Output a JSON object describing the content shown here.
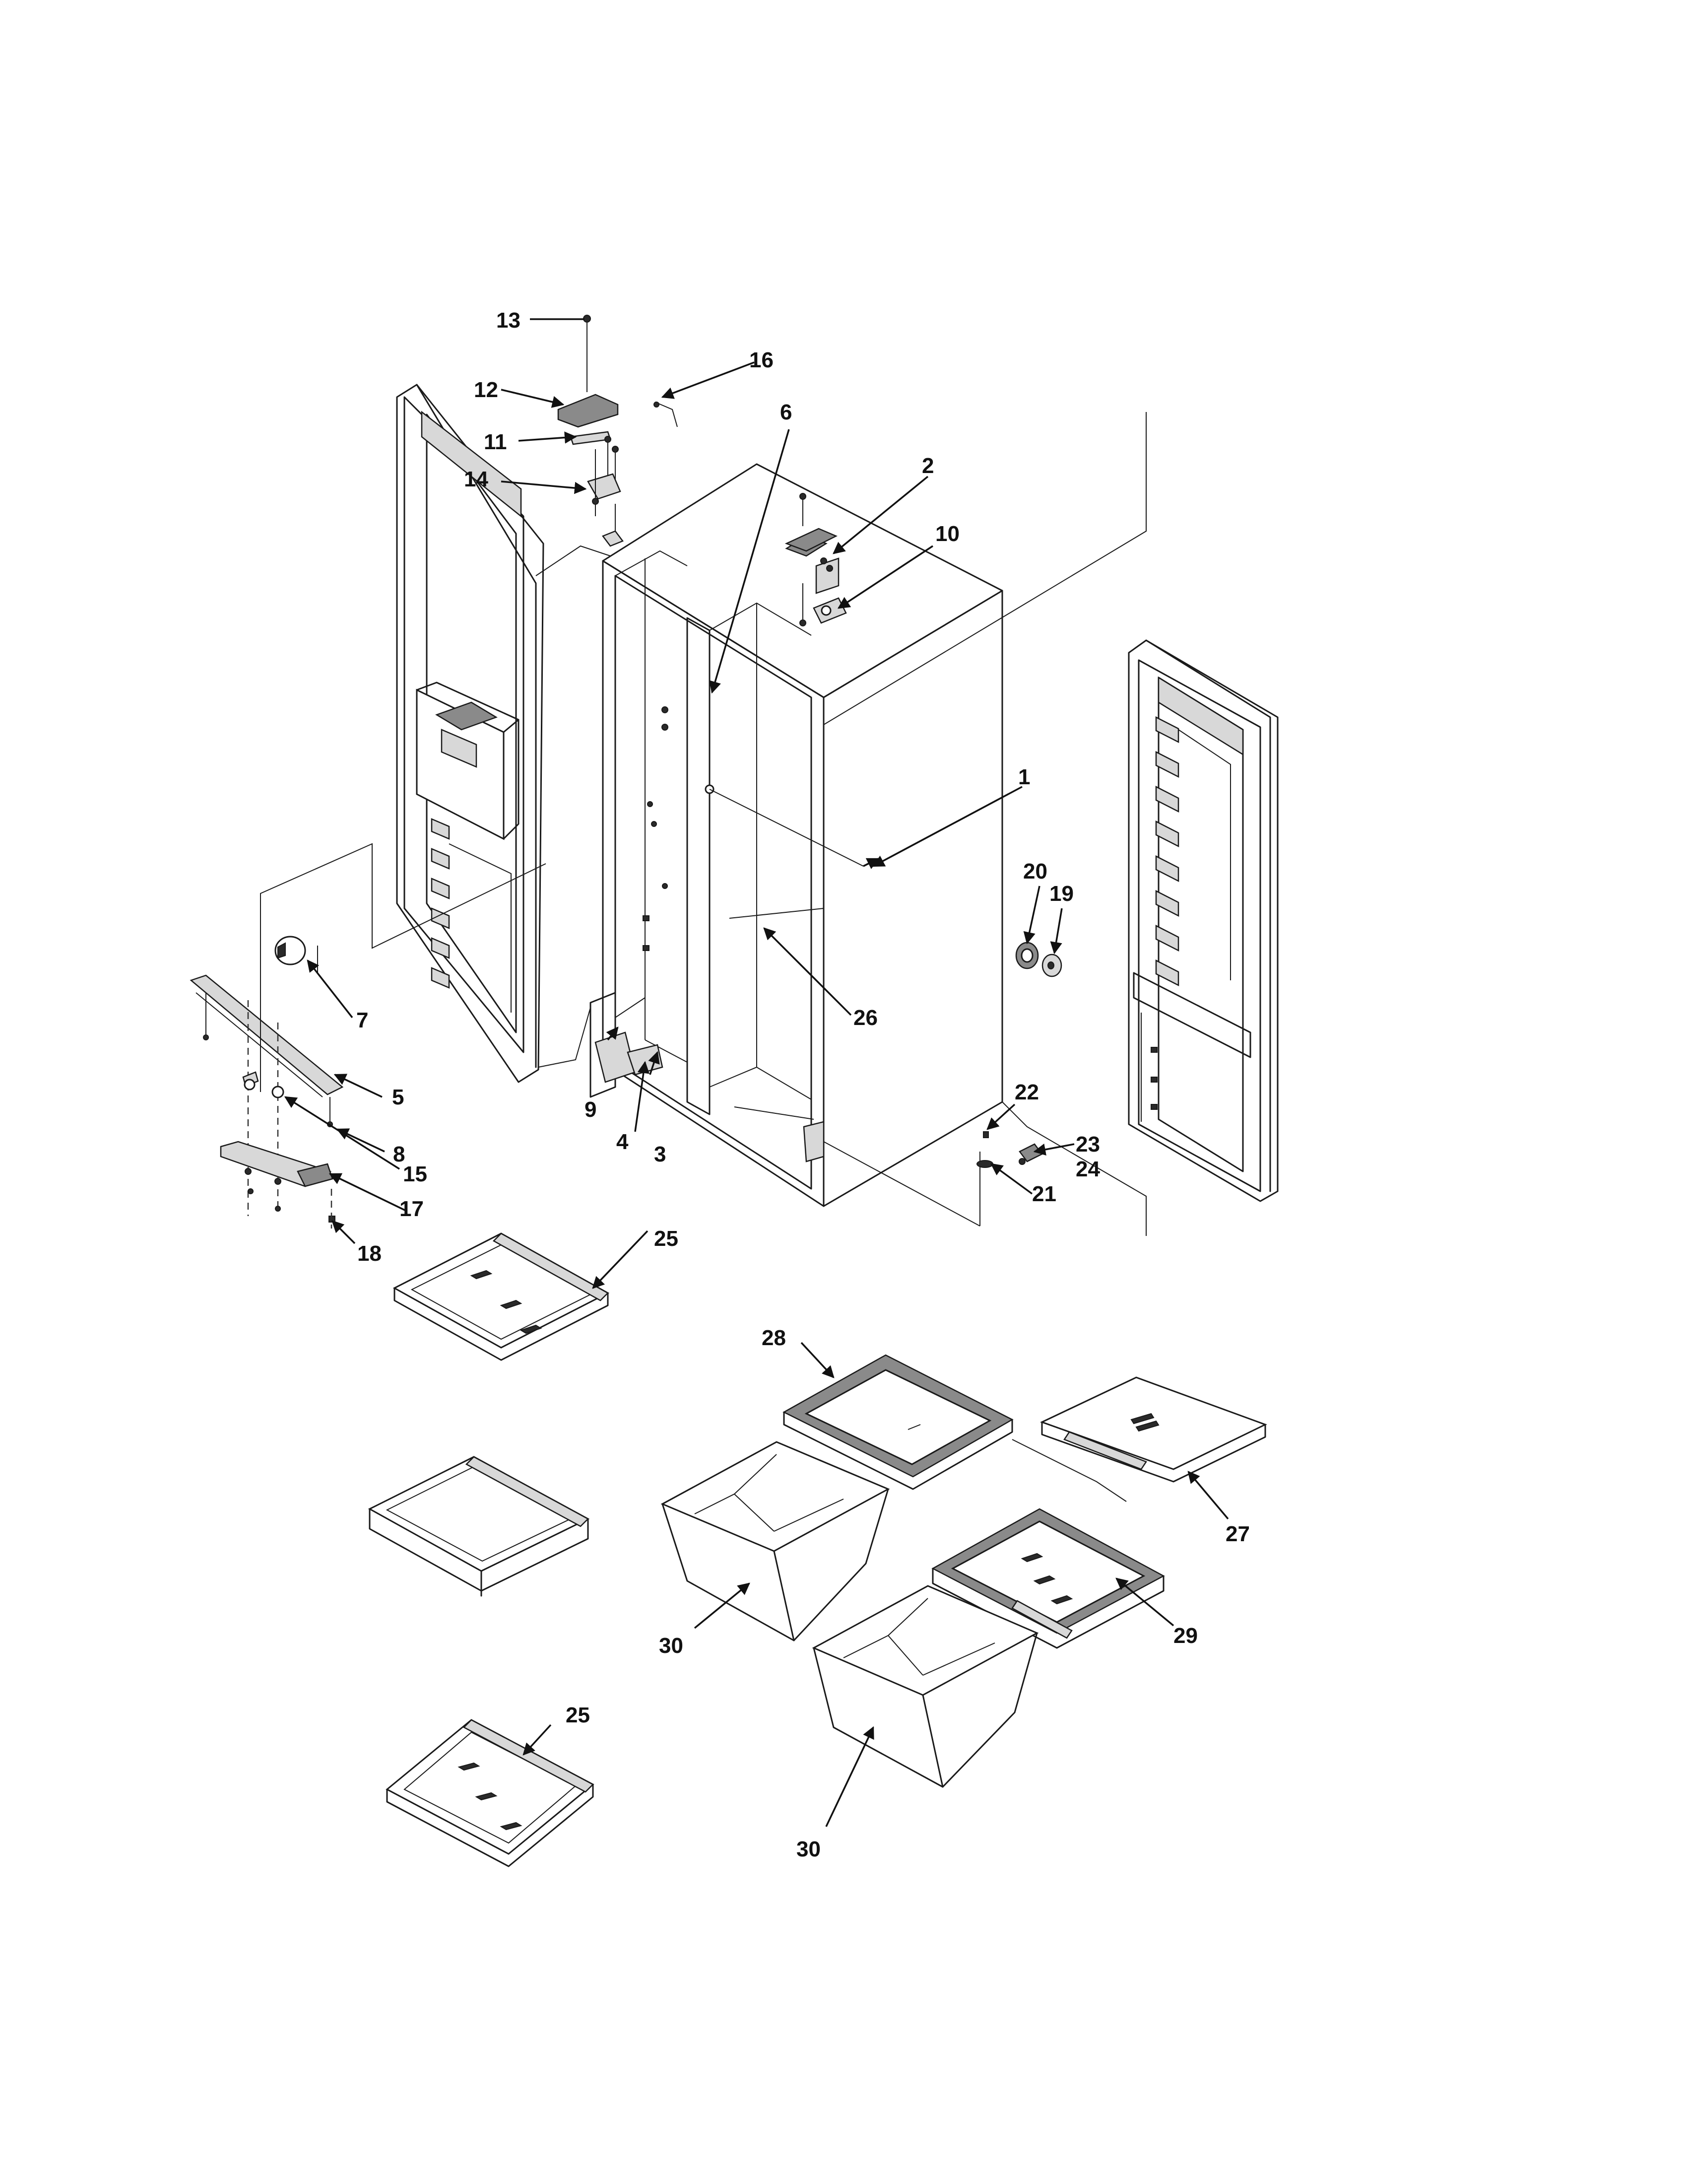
{
  "callouts": [
    {
      "id": "c1",
      "label": "1"
    },
    {
      "id": "c2",
      "label": "2"
    },
    {
      "id": "c3",
      "label": "3"
    },
    {
      "id": "c4",
      "label": "4"
    },
    {
      "id": "c5",
      "label": "5"
    },
    {
      "id": "c6",
      "label": "6"
    },
    {
      "id": "c7",
      "label": "7"
    },
    {
      "id": "c8",
      "label": "8"
    },
    {
      "id": "c9",
      "label": "9"
    },
    {
      "id": "c10",
      "label": "10"
    },
    {
      "id": "c11",
      "label": "11"
    },
    {
      "id": "c12",
      "label": "12"
    },
    {
      "id": "c13",
      "label": "13"
    },
    {
      "id": "c14",
      "label": "14"
    },
    {
      "id": "c15",
      "label": "15"
    },
    {
      "id": "c16",
      "label": "16"
    },
    {
      "id": "c17",
      "label": "17"
    },
    {
      "id": "c18",
      "label": "18"
    },
    {
      "id": "c19",
      "label": "19"
    },
    {
      "id": "c20",
      "label": "20"
    },
    {
      "id": "c21",
      "label": "21"
    },
    {
      "id": "c22",
      "label": "22"
    },
    {
      "id": "c23",
      "label": "23"
    },
    {
      "id": "c24",
      "label": "24"
    },
    {
      "id": "c25a",
      "label": "25"
    },
    {
      "id": "c25b",
      "label": "25"
    },
    {
      "id": "c26",
      "label": "26"
    },
    {
      "id": "c27",
      "label": "27"
    },
    {
      "id": "c28",
      "label": "28"
    },
    {
      "id": "c29",
      "label": "29"
    },
    {
      "id": "c30a",
      "label": "30"
    },
    {
      "id": "c30b",
      "label": "30"
    }
  ]
}
